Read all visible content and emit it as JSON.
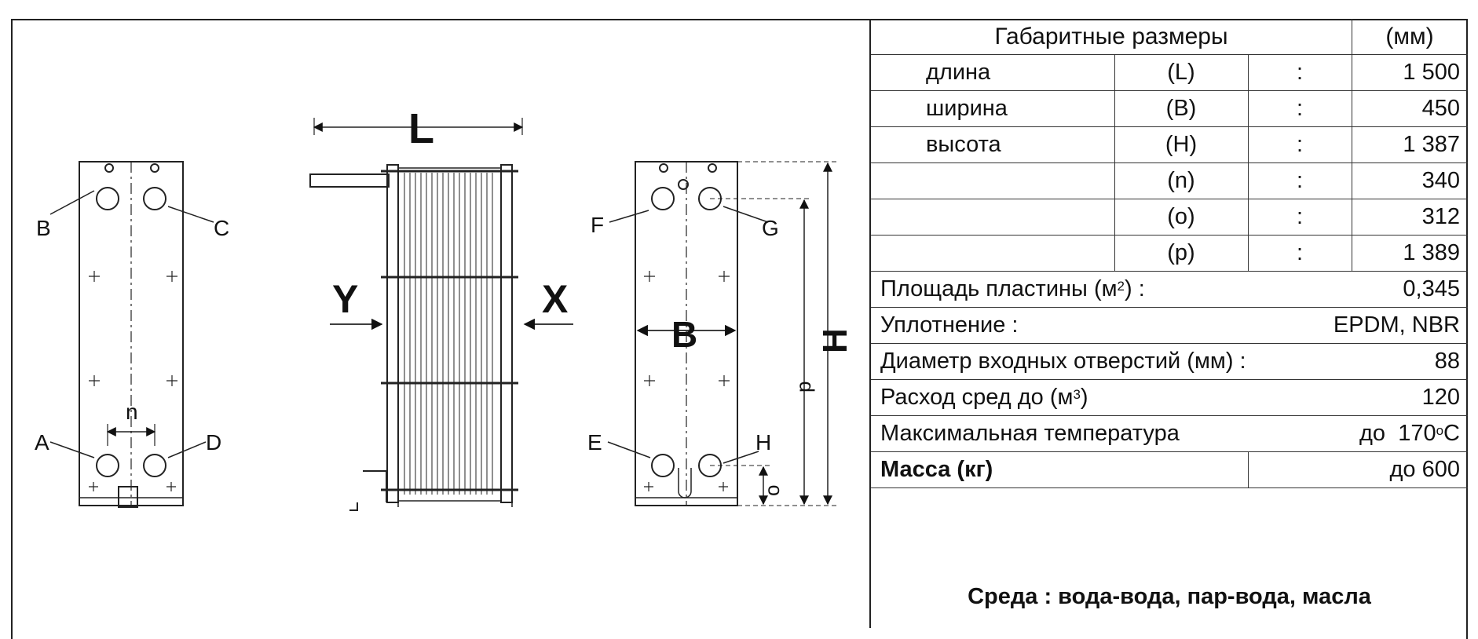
{
  "labels": {
    "L": "L",
    "B": "B",
    "H": "H",
    "X": "X",
    "Y": "Y",
    "n": "n",
    "o": "o",
    "p": "p",
    "port_A": "A",
    "port_B": "B",
    "port_C": "C",
    "port_D": "D",
    "port_E": "E",
    "port_F": "F",
    "port_G": "G",
    "port_H": "H"
  },
  "table": {
    "header_title": "Габаритные размеры",
    "header_unit": "(мм)",
    "dimension_rows": [
      {
        "name": "длина",
        "symbol": "(L)",
        "sep": ":",
        "value": "1 500"
      },
      {
        "name": "ширина",
        "symbol": "(B)",
        "sep": ":",
        "value": "450"
      },
      {
        "name": "высота",
        "symbol": "(H)",
        "sep": ":",
        "value": "1 387"
      },
      {
        "name": "",
        "symbol": "(n)",
        "sep": ":",
        "value": "340"
      },
      {
        "name": "",
        "symbol": "(o)",
        "sep": ":",
        "value": "312"
      },
      {
        "name": "",
        "symbol": "(p)",
        "sep": ":",
        "value": "1 389"
      }
    ],
    "plate_area": {
      "label": "Площадь  пластины  (м",
      "sup": "2",
      "label_end": ")  :",
      "value": "0,345"
    },
    "seal": {
      "label": "Уплотнение :",
      "value": "EPDM,  NBR"
    },
    "inlet_diameter": {
      "label": "Диаметр  входных отверстий  (мм) :",
      "value": "88"
    },
    "flow": {
      "label": "Расход  сред  до  (м",
      "sup": "3",
      "label_end": ")",
      "value": "120"
    },
    "max_temp": {
      "label": "Максимальная  температура",
      "prefix": "до",
      "value": "170",
      "sup": "o",
      "unit": "C"
    },
    "mass": {
      "label": "Масса (кг)",
      "value": "до 600"
    },
    "medium": "Среда  :  вода-вода,  пар-вода,  масла"
  }
}
